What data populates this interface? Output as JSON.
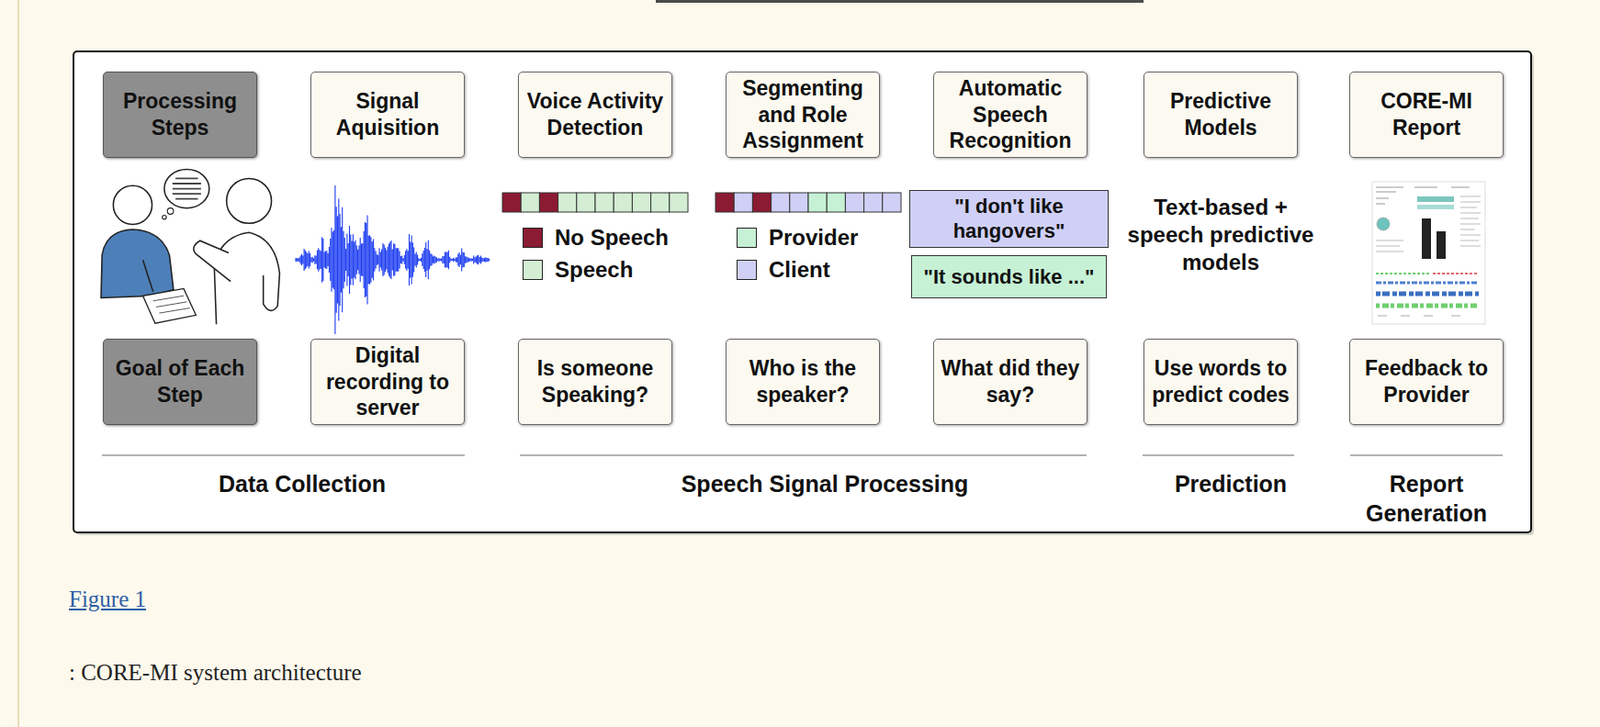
{
  "diagram": {
    "caption": ": CORE-MI system architecture",
    "nodes": [
      {
        "text": [
          "Processing Steps"
        ]
      },
      {
        "text": [
          "Signal Aquisition"
        ]
      },
      {
        "text": [
          "Voice Activity Detection"
        ]
      },
      {
        "text": [
          "Segmenting and Role Assignment"
        ]
      },
      {
        "text": [
          "Automatic Speech Recognition"
        ]
      },
      {
        "text": [
          "Predictive Models"
        ]
      },
      {
        "text": [
          "CORE-MI Report"
        ]
      },
      {
        "text": [
          "\"I don't like hangovers\""
        ]
      },
      {
        "text": [
          "\"It sounds like ...\""
        ]
      },
      {
        "text": [
          "Goal of Each Step"
        ]
      },
      {
        "text": [
          "Digital recording to server"
        ]
      },
      {
        "text": [
          "Is someone Speaking?"
        ]
      },
      {
        "text": [
          "Who is the speaker?"
        ]
      },
      {
        "text": [
          "What did they say?"
        ]
      },
      {
        "text": [
          "Use words to predict codes"
        ]
      },
      {
        "text": [
          "Feedback to Provider"
        ]
      }
    ],
    "labels": [
      "Text-based + speech predictive models",
      "Data Collection",
      "Speech Signal Processing",
      "Prediction",
      "Report Generation",
      "Figure 1"
    ],
    "legend": [
      {
        "text": "No Speech",
        "color": "#8b1a33"
      },
      {
        "text": "Speech",
        "color": "#d3eed3"
      },
      {
        "text": "Provider",
        "color": "#c6f1d5"
      },
      {
        "text": "Client",
        "color": "#d0d0f7"
      }
    ]
  }
}
